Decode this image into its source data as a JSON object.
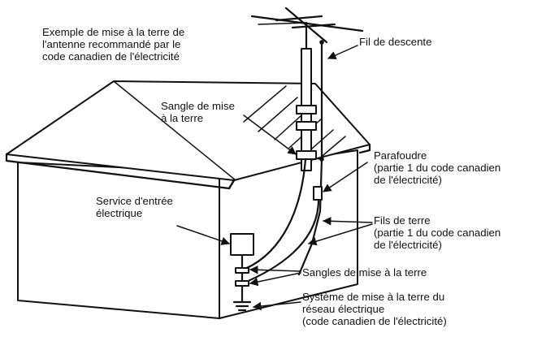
{
  "diagram": {
    "labels": {
      "example": [
        "Exemple de mise à la terre de",
        "l'antenne recommandé par le",
        "code canadien de l'électricité"
      ],
      "lead_in_wire": [
        "Fil de descente"
      ],
      "ground_clamp": [
        "Sangle de mise",
        "à la terre"
      ],
      "electric_service": [
        "Service d'entrée",
        "électrique"
      ],
      "discharge_unit": [
        "Parafoudre",
        "(partie 1 du code canadien",
        "de l'électricité)"
      ],
      "grounding_conductors": [
        "Fils de terre",
        "(partie 1 du code canadien",
        "de l'électricité)"
      ],
      "ground_clamps": [
        "Sangles de mise à la terre"
      ],
      "power_grounding_system": [
        "Système de mise à la terre du",
        "réseau électrique",
        "(code canadien de l'électricité)"
      ]
    },
    "colors": {
      "line": "#111111",
      "background": "#ffffff"
    }
  }
}
